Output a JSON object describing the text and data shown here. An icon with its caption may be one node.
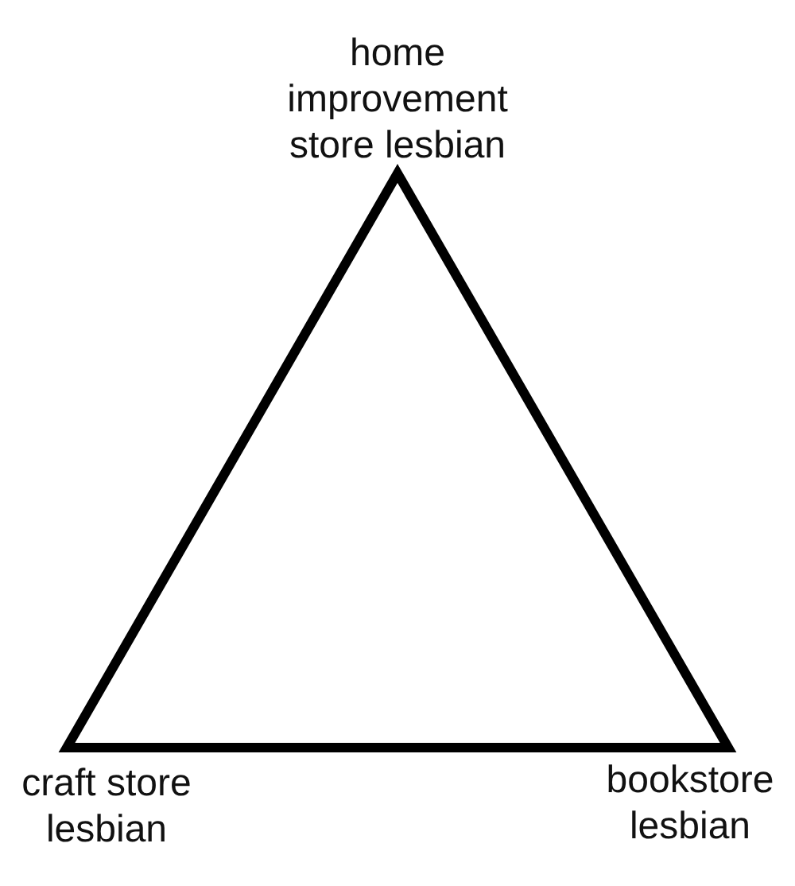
{
  "diagram": {
    "labels": [
      "home improvement store lesbian",
      "craft store lesbian",
      "bookstore lesbian"
    ]
  }
}
